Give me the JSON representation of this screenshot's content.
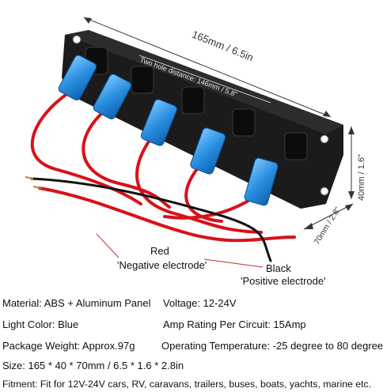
{
  "diagram": {
    "dimensions": {
      "width": "165mm / 6.5in",
      "hole_distance": "Two hole distance: 146mm / 5.8\"",
      "height": "40mm / 1.6\"",
      "depth": "70mm / 2.8\""
    },
    "wires": {
      "red_label": "Red",
      "red_desc": "'Negative electrode'",
      "black_label": "Black",
      "black_desc": "'Positive electrode'"
    },
    "switch_count": 5,
    "colors": {
      "panel": "#1b1b1b",
      "connector_blue": "#2a8fe0",
      "wire_red": "#d8111a",
      "wire_black": "#111111"
    }
  },
  "specs": {
    "material": "Material: ABS + Aluminum Panel",
    "voltage": "Voltage: 12-24V",
    "light_color": "Light Color: Blue",
    "amp_rating": "Amp Rating Per Circuit: 15Amp",
    "package_weight": "Package Weight: Approx.97g",
    "operating_temp": "Operating Temperature: -25 degree to 80 degree",
    "size": "Size: 165 * 40 * 70mm / 6.5 * 1.6 * 2.8in",
    "fitment": "Fitment: Fit for 12V-24V cars, RV, caravans, trailers, buses, boats, yachts, marine etc."
  }
}
